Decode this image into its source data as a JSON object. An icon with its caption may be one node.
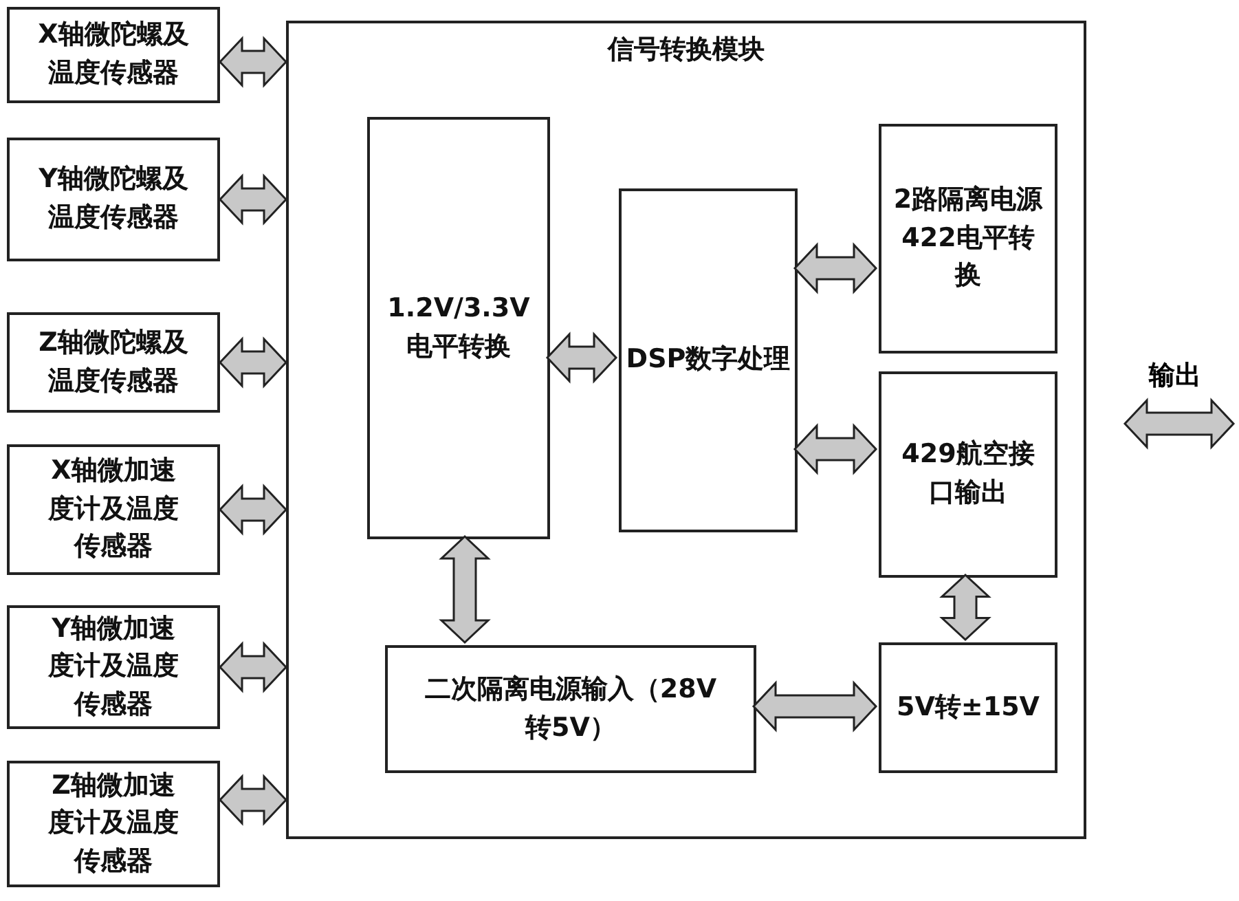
{
  "diagram": {
    "nodes": [
      {
        "text": [
          "X轴微陀螺及温度传感器"
        ]
      },
      {
        "text": [
          "Y轴微陀螺及温度传感器"
        ]
      },
      {
        "text": [
          "Z轴微陀螺及温度传感器"
        ]
      },
      {
        "text": [
          "X轴微加速度计及温度传感器"
        ]
      },
      {
        "text": [
          "Y轴微加速度计及温度传感器"
        ]
      },
      {
        "text": [
          "Z轴微加速度计及温度传感器"
        ]
      },
      {
        "text": [
          "信号转换模块"
        ]
      },
      {
        "text": [
          "1.2V/3.3V电平转换"
        ],
        "in": 6
      },
      {
        "text": [
          "DSP数字处理"
        ],
        "in": 6
      },
      {
        "text": [
          "2路隔离电源422电平转换"
        ],
        "in": 6
      },
      {
        "text": [
          "429航空接口输出"
        ],
        "in": 6
      },
      {
        "text": [
          "二次隔离电源输入（28V转5V）"
        ],
        "in": 6
      },
      {
        "text": [
          "5V转±15V"
        ],
        "in": 6
      }
    ],
    "edges": [
      {
        "from": 0,
        "to": 6,
        "arrow": "both"
      },
      {
        "from": 1,
        "to": 6,
        "arrow": "both"
      },
      {
        "from": 2,
        "to": 6,
        "arrow": "both"
      },
      {
        "from": 3,
        "to": 6,
        "arrow": "both"
      },
      {
        "from": 4,
        "to": 6,
        "arrow": "both"
      },
      {
        "from": 5,
        "to": 6,
        "arrow": "both"
      },
      {
        "from": 7,
        "to": 8,
        "arrow": "both"
      },
      {
        "from": 8,
        "to": 9,
        "arrow": "both"
      },
      {
        "from": 8,
        "to": 10,
        "arrow": "both"
      },
      {
        "from": 7,
        "to": 11,
        "arrow": "both"
      },
      {
        "from": 11,
        "to": 12,
        "arrow": "both"
      },
      {
        "from": 10,
        "to": 12,
        "arrow": "both"
      },
      {
        "from": 6,
        "to": null,
        "arrow": "both",
        "label": "输出"
      }
    ]
  }
}
